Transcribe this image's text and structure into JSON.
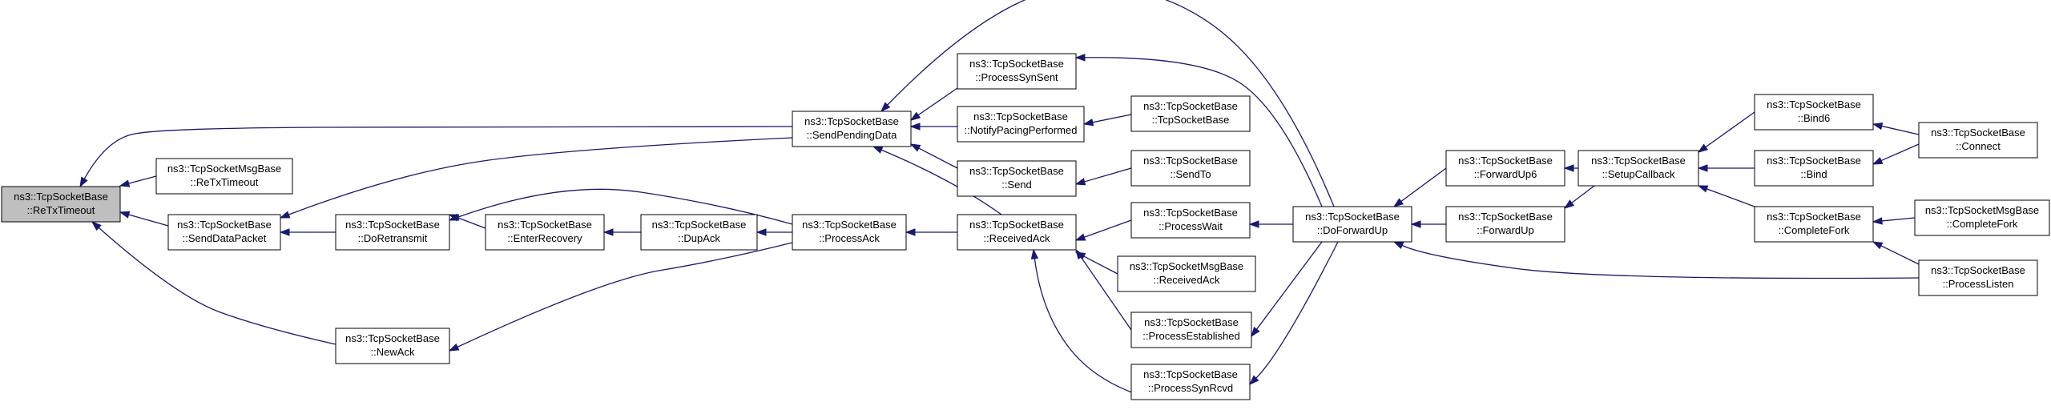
{
  "colors": {
    "edge": "#191970",
    "root_fill": "#bfbfbf",
    "node_fill": "#ffffff",
    "node_stroke": "#000000"
  },
  "nodes": [
    {
      "id": "n_rtt",
      "line1": "ns3::TcpSocketBase",
      "line2": "::ReTxTimeout",
      "root": true
    },
    {
      "id": "n_mrtt",
      "line1": "ns3::TcpSocketMsgBase",
      "line2": "::ReTxTimeout"
    },
    {
      "id": "n_sdp",
      "line1": "ns3::TcpSocketBase",
      "line2": "::SendDataPacket"
    },
    {
      "id": "n_nack",
      "line1": "ns3::TcpSocketBase",
      "line2": "::NewAck"
    },
    {
      "id": "n_drt",
      "line1": "ns3::TcpSocketBase",
      "line2": "::DoRetransmit"
    },
    {
      "id": "n_er",
      "line1": "ns3::TcpSocketBase",
      "line2": "::EnterRecovery"
    },
    {
      "id": "n_dup",
      "line1": "ns3::TcpSocketBase",
      "line2": "::DupAck"
    },
    {
      "id": "n_pa",
      "line1": "ns3::TcpSocketBase",
      "line2": "::ProcessAck"
    },
    {
      "id": "n_spd",
      "line1": "ns3::TcpSocketBase",
      "line2": "::SendPendingData"
    },
    {
      "id": "n_pss",
      "line1": "ns3::TcpSocketBase",
      "line2": "::ProcessSynSent"
    },
    {
      "id": "n_npp",
      "line1": "ns3::TcpSocketBase",
      "line2": "::NotifyPacingPerformed"
    },
    {
      "id": "n_send",
      "line1": "ns3::TcpSocketBase",
      "line2": "::Send"
    },
    {
      "id": "n_ra",
      "line1": "ns3::TcpSocketBase",
      "line2": "::ReceivedAck"
    },
    {
      "id": "n_tsb",
      "line1": "ns3::TcpSocketBase",
      "line2": "::TcpSocketBase"
    },
    {
      "id": "n_sto",
      "line1": "ns3::TcpSocketBase",
      "line2": "::SendTo"
    },
    {
      "id": "n_pw",
      "line1": "ns3::TcpSocketBase",
      "line2": "::ProcessWait"
    },
    {
      "id": "n_mra",
      "line1": "ns3::TcpSocketMsgBase",
      "line2": "::ReceivedAck"
    },
    {
      "id": "n_pe",
      "line1": "ns3::TcpSocketBase",
      "line2": "::ProcessEstablished"
    },
    {
      "id": "n_psr",
      "line1": "ns3::TcpSocketBase",
      "line2": "::ProcessSynRcvd"
    },
    {
      "id": "n_dfu",
      "line1": "ns3::TcpSocketBase",
      "line2": "::DoForwardUp"
    },
    {
      "id": "n_fu6",
      "line1": "ns3::TcpSocketBase",
      "line2": "::ForwardUp6"
    },
    {
      "id": "n_fu",
      "line1": "ns3::TcpSocketBase",
      "line2": "::ForwardUp"
    },
    {
      "id": "n_scb",
      "line1": "ns3::TcpSocketBase",
      "line2": "::SetupCallback"
    },
    {
      "id": "n_b6",
      "line1": "ns3::TcpSocketBase",
      "line2": "::Bind6"
    },
    {
      "id": "n_bind",
      "line1": "ns3::TcpSocketBase",
      "line2": "::Bind"
    },
    {
      "id": "n_cf",
      "line1": "ns3::TcpSocketBase",
      "line2": "::CompleteFork"
    },
    {
      "id": "n_conn",
      "line1": "ns3::TcpSocketBase",
      "line2": "::Connect"
    },
    {
      "id": "n_mcf",
      "line1": "ns3::TcpSocketMsgBase",
      "line2": "::CompleteFork"
    },
    {
      "id": "n_pl",
      "line1": "ns3::TcpSocketBase",
      "line2": "::ProcessListen"
    }
  ],
  "edges": [
    {
      "from": "n_mrtt",
      "to": "n_rtt"
    },
    {
      "from": "n_sdp",
      "to": "n_rtt"
    },
    {
      "from": "n_nack",
      "to": "n_rtt"
    },
    {
      "from": "n_spd",
      "to": "n_rtt"
    },
    {
      "from": "n_drt",
      "to": "n_sdp"
    },
    {
      "from": "n_spd",
      "to": "n_sdp"
    },
    {
      "from": "n_er",
      "to": "n_drt"
    },
    {
      "from": "n_pa",
      "to": "n_drt"
    },
    {
      "from": "n_dup",
      "to": "n_er"
    },
    {
      "from": "n_pa",
      "to": "n_dup"
    },
    {
      "from": "n_pa",
      "to": "n_nack"
    },
    {
      "from": "n_ra",
      "to": "n_pa"
    },
    {
      "from": "n_pss",
      "to": "n_spd"
    },
    {
      "from": "n_npp",
      "to": "n_spd"
    },
    {
      "from": "n_send",
      "to": "n_spd"
    },
    {
      "from": "n_ra",
      "to": "n_spd"
    },
    {
      "from": "n_dfu",
      "to": "n_spd"
    },
    {
      "from": "n_tsb",
      "to": "n_npp"
    },
    {
      "from": "n_sto",
      "to": "n_send"
    },
    {
      "from": "n_dfu",
      "to": "n_pss"
    },
    {
      "from": "n_pw",
      "to": "n_ra"
    },
    {
      "from": "n_mra",
      "to": "n_ra"
    },
    {
      "from": "n_pe",
      "to": "n_ra"
    },
    {
      "from": "n_psr",
      "to": "n_ra"
    },
    {
      "from": "n_dfu",
      "to": "n_pw"
    },
    {
      "from": "n_dfu",
      "to": "n_pe"
    },
    {
      "from": "n_dfu",
      "to": "n_psr"
    },
    {
      "from": "n_fu6",
      "to": "n_dfu"
    },
    {
      "from": "n_fu",
      "to": "n_dfu"
    },
    {
      "from": "n_pl",
      "to": "n_dfu"
    },
    {
      "from": "n_scb",
      "to": "n_fu6"
    },
    {
      "from": "n_scb",
      "to": "n_fu"
    },
    {
      "from": "n_b6",
      "to": "n_scb"
    },
    {
      "from": "n_bind",
      "to": "n_scb"
    },
    {
      "from": "n_cf",
      "to": "n_scb"
    },
    {
      "from": "n_conn",
      "to": "n_b6"
    },
    {
      "from": "n_conn",
      "to": "n_bind"
    },
    {
      "from": "n_mcf",
      "to": "n_cf"
    },
    {
      "from": "n_pl",
      "to": "n_cf"
    }
  ]
}
